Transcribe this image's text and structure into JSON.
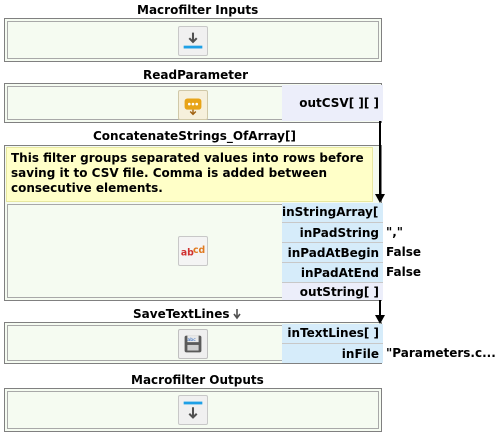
{
  "blocks": {
    "inputs": {
      "title": "Macrofilter Inputs"
    },
    "read": {
      "title": "ReadParameter",
      "outputs": [
        {
          "label": "outCSV[ ][ ]"
        }
      ]
    },
    "concat": {
      "title": "ConcatenateStrings_OfArray[]",
      "comment": "This filter groups separated values into rows before saving it to CSV file. Comma is added between consecutive elements.",
      "inputs": [
        {
          "label": "inStringArray[ ]",
          "value": ""
        },
        {
          "label": "inPadString",
          "value": "\",\""
        },
        {
          "label": "inPadAtBegin",
          "value": "False"
        },
        {
          "label": "inPadAtEnd",
          "value": "False"
        }
      ],
      "outputs": [
        {
          "label": "outString[ ]"
        }
      ]
    },
    "save": {
      "title": "SaveTextLines",
      "inputs": [
        {
          "label": "inTextLines[ ]",
          "value": ""
        },
        {
          "label": "inFile",
          "value": "\"Parameters.c..."
        }
      ]
    },
    "outputs": {
      "title": "Macrofilter Outputs"
    }
  },
  "icons": {
    "inputs": "download-arrow-icon",
    "read": "read-parameter-icon",
    "concat": "abcd-text-icon",
    "save": "save-disk-icon",
    "outputs": "upload-arrow-icon",
    "save_title": "down-arrow-small-icon"
  },
  "colors": {
    "block_bg": "#f5fbf1",
    "input_port": "#d6ecfa",
    "output_port": "#eceefa",
    "comment_bg": "#ffffc8",
    "connection": "#000000"
  }
}
